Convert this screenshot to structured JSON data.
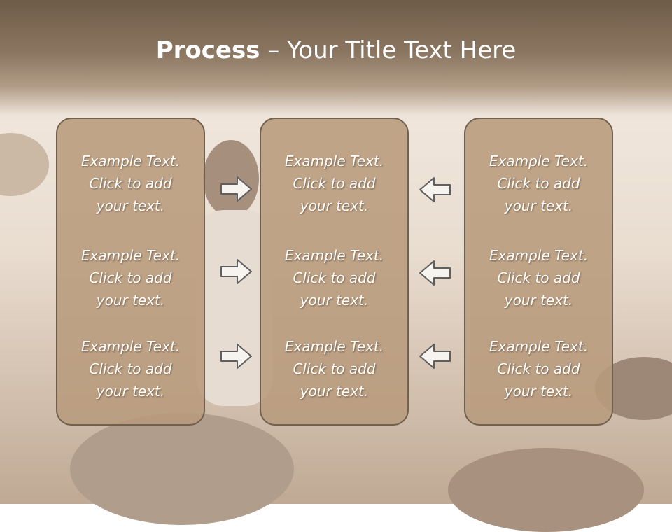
{
  "slide": {
    "title_bold": "Process",
    "title_rest": " – Your Title Text Here"
  },
  "panels": [
    {
      "items": [
        {
          "line1": "Example Text.",
          "line2": "Click  to add",
          "line3": "your text."
        },
        {
          "line1": "Example Text.",
          "line2": "Click  to add",
          "line3": "your text."
        },
        {
          "line1": "Example Text.",
          "line2": "Click  to add",
          "line3": "your text."
        }
      ]
    },
    {
      "items": [
        {
          "line1": "Example Text.",
          "line2": "Click  to add",
          "line3": "your text."
        },
        {
          "line1": "Example Text.",
          "line2": "Click  to add",
          "line3": "your text."
        },
        {
          "line1": "Example Text.",
          "line2": "Click  to add",
          "line3": "your text."
        }
      ]
    },
    {
      "items": [
        {
          "line1": "Example Text.",
          "line2": "Click  to add",
          "line3": "your text."
        },
        {
          "line1": "Example Text.",
          "line2": "Click  to add",
          "line3": "your text."
        },
        {
          "line1": "Example Text.",
          "line2": "Click  to add",
          "line3": "your text."
        }
      ]
    }
  ],
  "icons": {
    "left_arrows": "arrow-right-icon",
    "right_arrows": "arrow-left-icon"
  },
  "colors": {
    "panel_fill": "#b89b7c",
    "panel_border": "#6f604f",
    "title_band": "#7a6652",
    "text": "#ffffff"
  }
}
